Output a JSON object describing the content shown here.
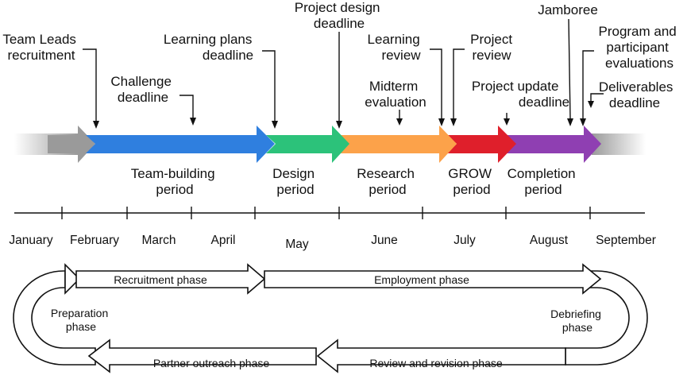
{
  "colors": {
    "grey": "#9a9a9a",
    "team_building": "#2f7fdf",
    "design": "#2cc27a",
    "research": "#fca24a",
    "grow": "#df1f2b",
    "completion": "#8f3fb2"
  },
  "milestones": {
    "team_leads": [
      "Team Leads",
      "recruitment"
    ],
    "challenge": [
      "Challenge",
      "deadline"
    ],
    "learning_plans": [
      "Learning plans",
      "deadline"
    ],
    "project_design": [
      "Project design",
      "deadline"
    ],
    "midterm": [
      "Midterm",
      "evaluation"
    ],
    "learning_review": [
      "Learning",
      "review"
    ],
    "project_review": [
      "Project",
      "review"
    ],
    "project_update": [
      "Project update",
      "deadline"
    ],
    "jamboree": [
      "Jamboree"
    ],
    "program_evals": [
      "Program and",
      "participant",
      "evaluations"
    ],
    "deliverables": [
      "Deliverables",
      "deadline"
    ]
  },
  "periods": {
    "team_building": [
      "Team-building",
      "period"
    ],
    "design": [
      "Design",
      "period"
    ],
    "research": [
      "Research",
      "period"
    ],
    "grow": [
      "GROW",
      "period"
    ],
    "completion": [
      "Completion",
      "period"
    ]
  },
  "months": [
    "January",
    "February",
    "March",
    "April",
    "May",
    "June",
    "July",
    "August",
    "September"
  ],
  "phases": {
    "recruitment": "Recruitment phase",
    "employment": "Employment phase",
    "preparation": [
      "Preparation",
      "phase"
    ],
    "debriefing": [
      "Debriefing",
      "phase"
    ],
    "partner_outreach": "Partner outreach phase",
    "review_revision": "Review and revision phase"
  }
}
